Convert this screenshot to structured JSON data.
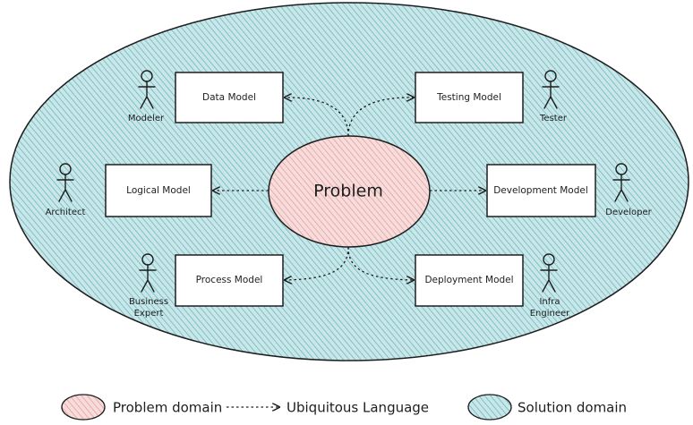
{
  "diagram": {
    "center": "Problem",
    "models": {
      "data": "Data Model",
      "testing": "Testing Model",
      "logical": "Logical Model",
      "development": "Development Model",
      "process": "Process Model",
      "deployment": "Deployment Model"
    },
    "roles": {
      "modeler": "Modeler",
      "tester": "Tester",
      "architect": "Architect",
      "developer": "Developer",
      "business_expert": [
        "Business",
        "Expert"
      ],
      "infra_engineer": [
        "Infra",
        "Engineer"
      ]
    }
  },
  "legend": {
    "problem_domain": "Problem domain",
    "ubiquitous_language": "Ubiquitous Language",
    "solution_domain": "Solution domain"
  },
  "colors": {
    "solution_fill": "#c5e3e6",
    "solution_hatch": "#5fb3bb",
    "problem_fill": "#f6d8d8",
    "problem_hatch": "#e69a9a",
    "ink": "#1e1e1e"
  }
}
